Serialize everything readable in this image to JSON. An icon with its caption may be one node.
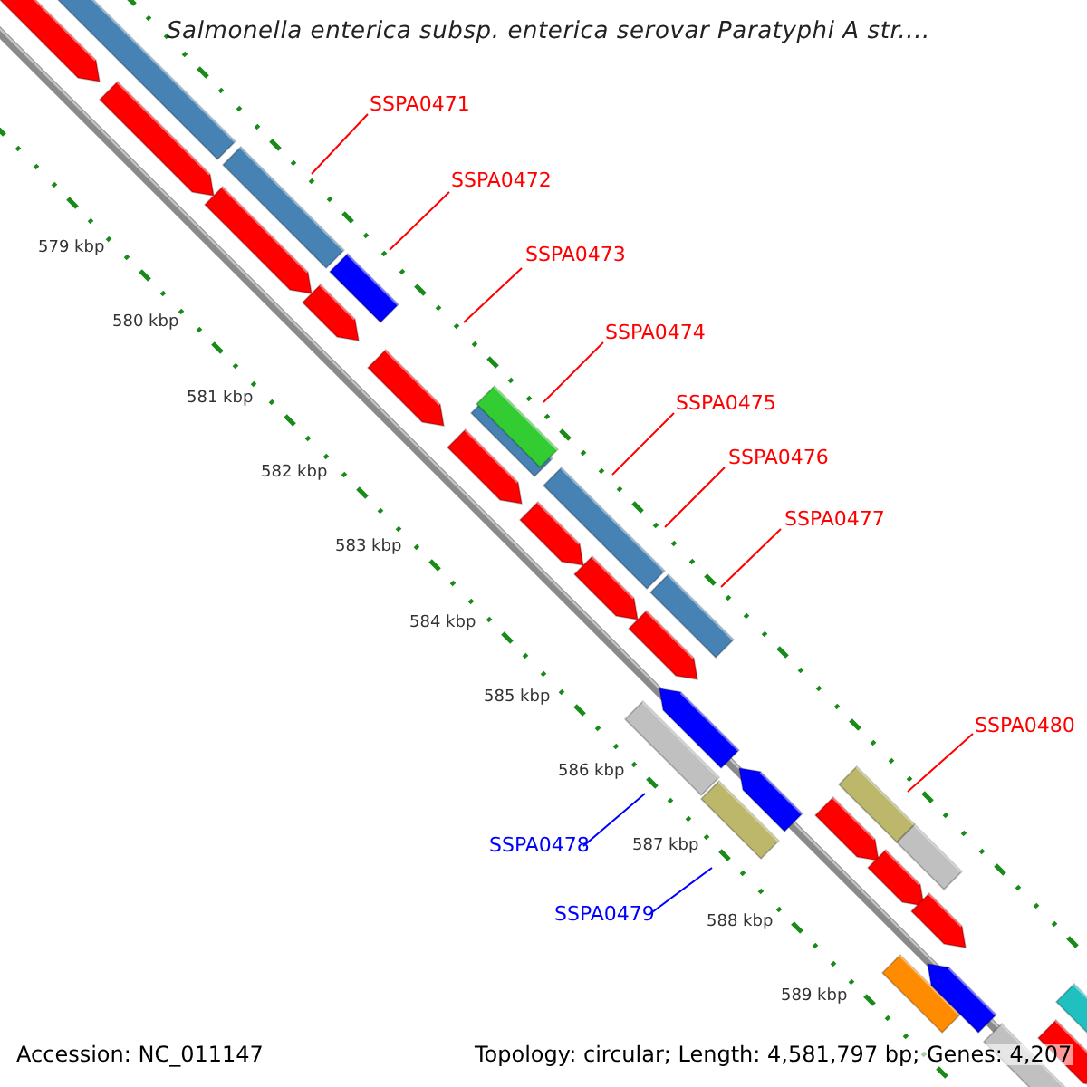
{
  "diagram": {
    "title": "Salmonella enterica subsp. enterica serovar Paratyphi A str....",
    "nodes": [
      {
        "text": [
          "SSPA0471"
        ]
      },
      {
        "text": [
          "SSPA0472"
        ]
      },
      {
        "text": [
          "SSPA0473"
        ]
      },
      {
        "text": [
          "SSPA0474"
        ]
      },
      {
        "text": [
          "SSPA0475"
        ]
      },
      {
        "text": [
          "SSPA0476"
        ]
      },
      {
        "text": [
          "SSPA0477"
        ]
      },
      {
        "text": [
          "SSPA0480"
        ]
      },
      {
        "text": [
          "SSPA0478"
        ]
      },
      {
        "text": [
          "SSPA0479"
        ]
      }
    ],
    "edges": [
      {
        "from": 0,
        "to": null,
        "arrow": "none"
      },
      {
        "from": 1,
        "to": null,
        "arrow": "none"
      },
      {
        "from": 2,
        "to": null,
        "arrow": "none"
      },
      {
        "from": 3,
        "to": null,
        "arrow": "none"
      },
      {
        "from": 4,
        "to": null,
        "arrow": "none"
      },
      {
        "from": 5,
        "to": null,
        "arrow": "none"
      },
      {
        "from": 6,
        "to": null,
        "arrow": "none"
      },
      {
        "from": 7,
        "to": null,
        "arrow": "none"
      },
      {
        "from": 8,
        "to": null,
        "arrow": "none",
        "color": "#0000ff"
      },
      {
        "from": 9,
        "to": null,
        "arrow": "none",
        "color": "#0000ff"
      }
    ],
    "labels": [
      "579 kbp",
      "580 kbp",
      "581 kbp",
      "582 kbp",
      "583 kbp",
      "584 kbp",
      "585 kbp",
      "586 kbp",
      "587 kbp",
      "588 kbp",
      "589 kbp",
      "Accession: NC_011147",
      "Topology: circular; Length: 4,581,797 bp; Genes: 4,207"
    ]
  }
}
